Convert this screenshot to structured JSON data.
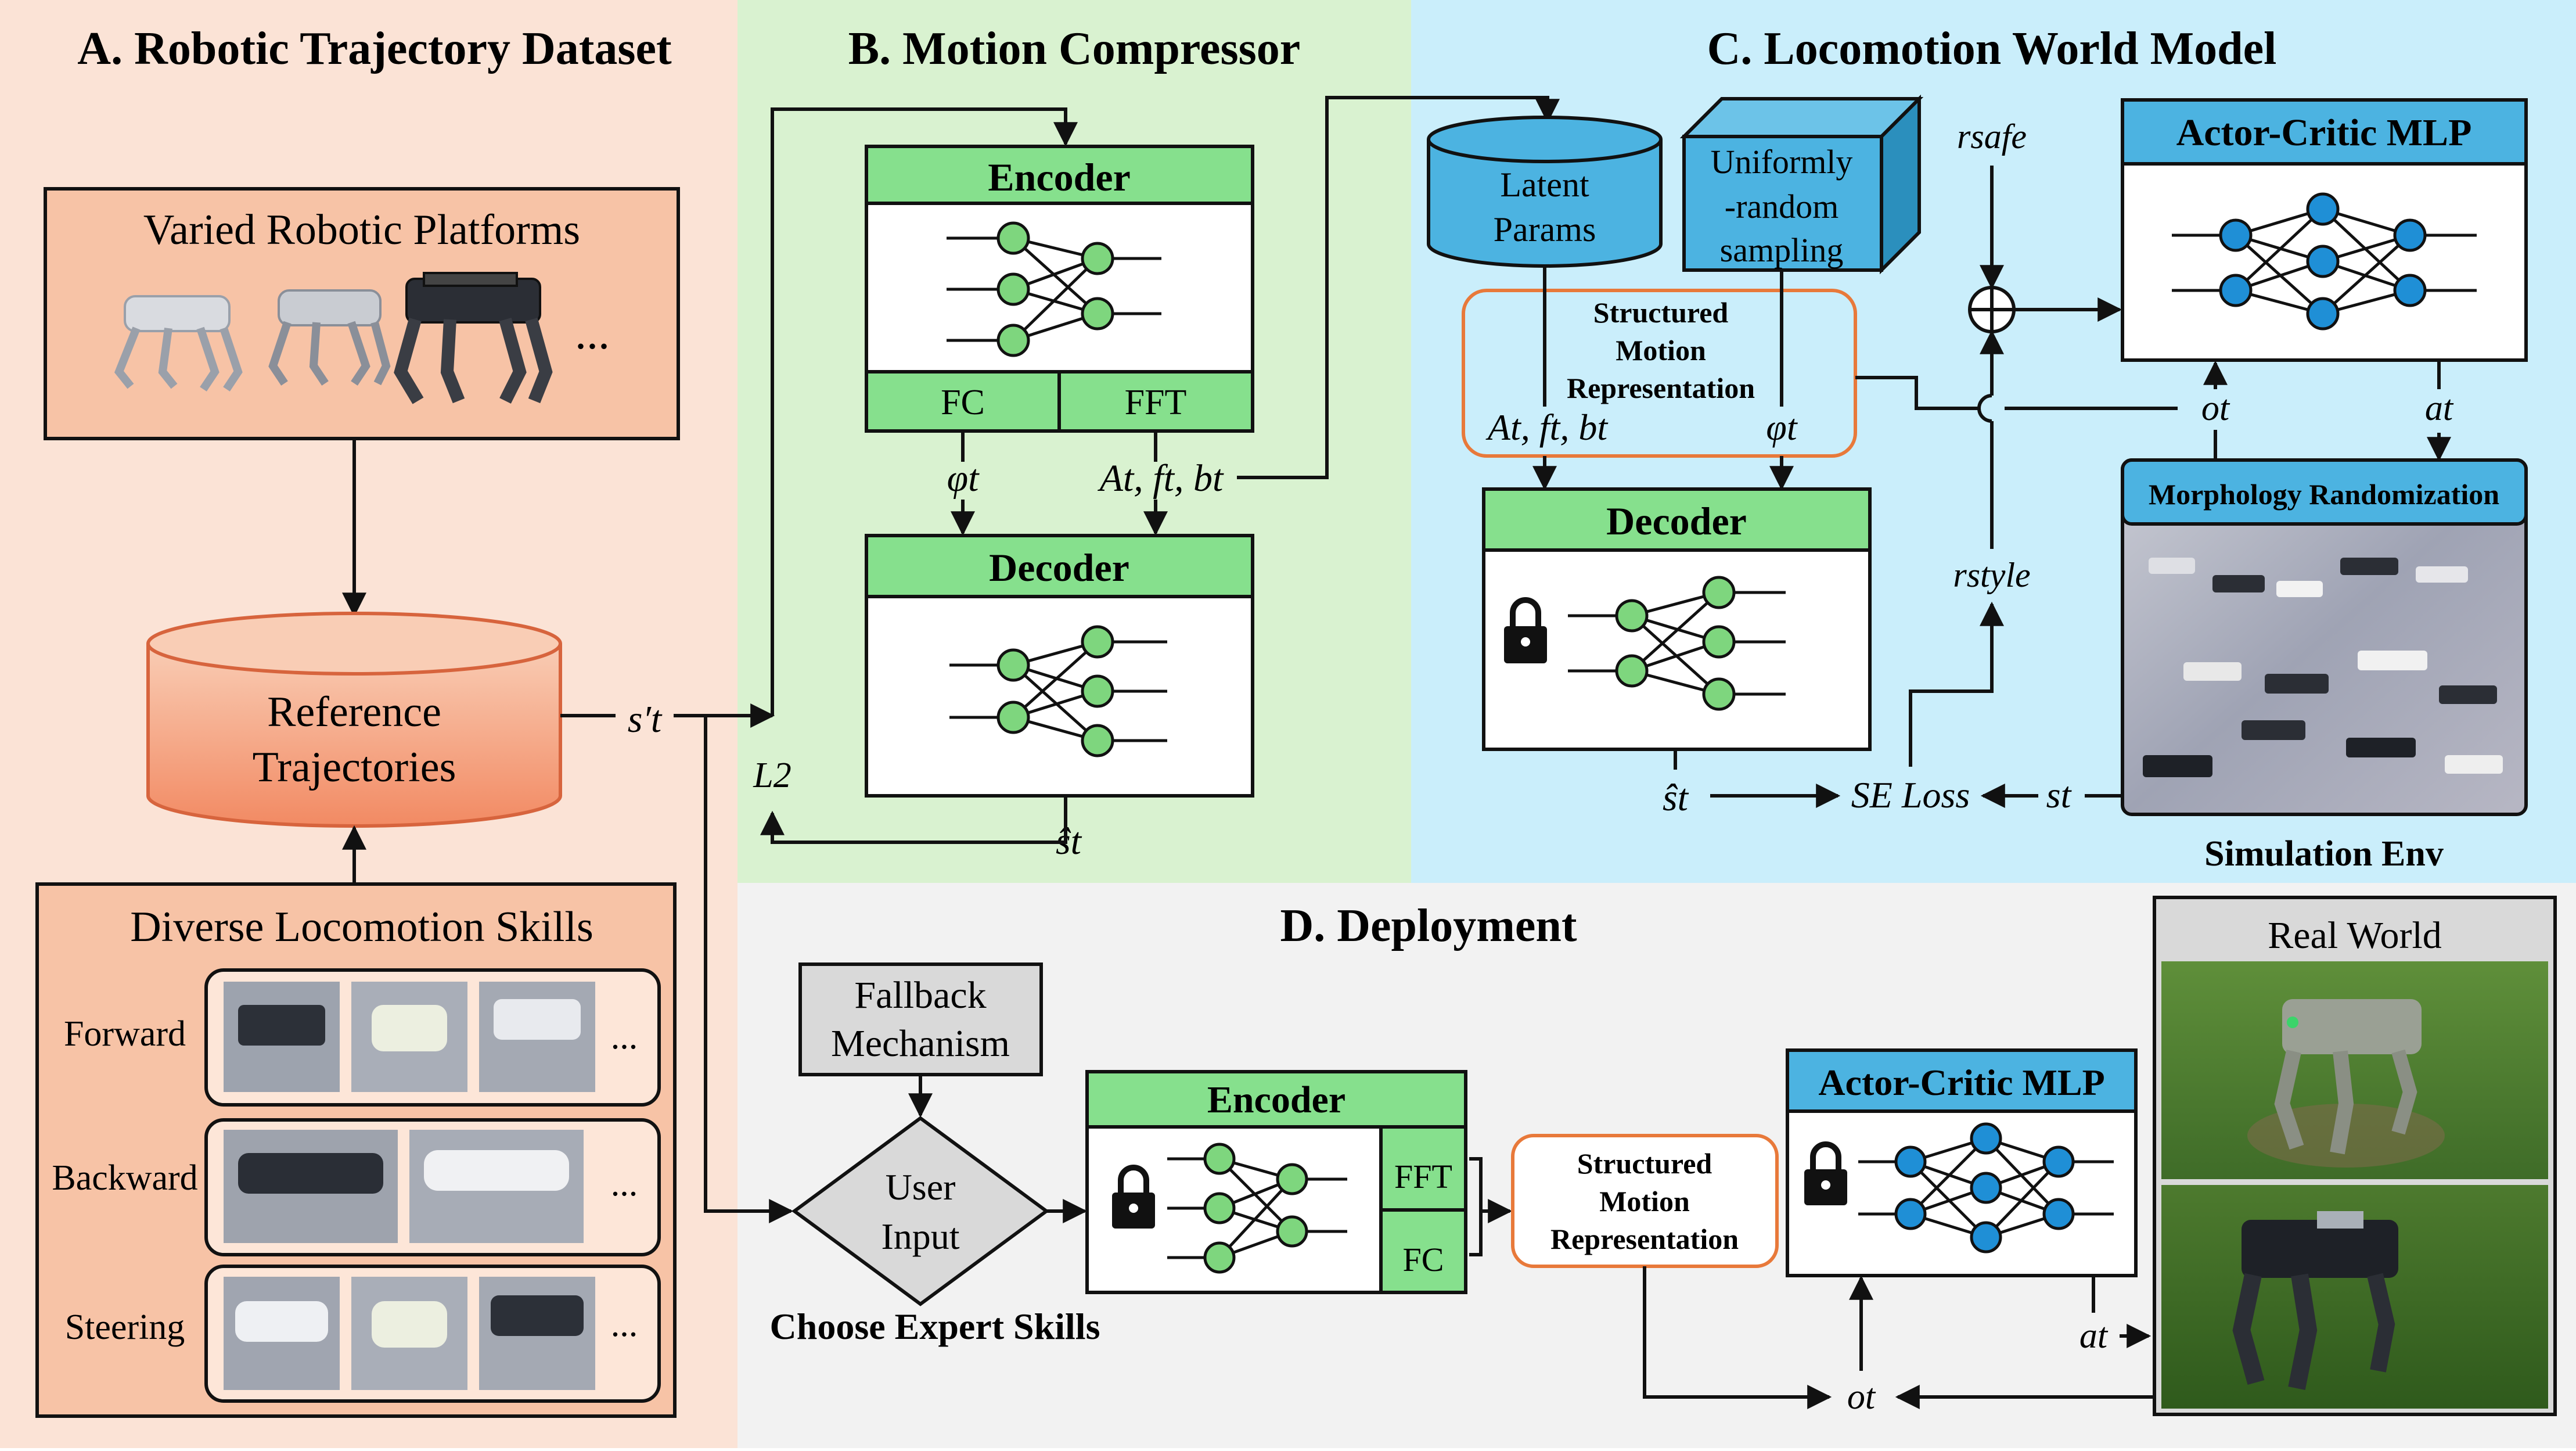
{
  "colors": {
    "panel_a": "#fbe3d6",
    "panel_b": "#d9f2d0",
    "panel_c": "#caeefb",
    "panel_d": "#f2f2f2",
    "box_a": "#f7c3a6",
    "green_header": "#86e08d",
    "blue_header": "#4cb3e1",
    "orange_outline": "#e8793a",
    "node": "#7ed67e",
    "node_blue": "#1f8fd6",
    "gray_box": "#d9d9d9"
  },
  "panel_a": {
    "title": "A. Robotic Trajectory Dataset",
    "platforms_title": "Varied Robotic Platforms",
    "ellipsis": "...",
    "cylinder_line1": "Reference",
    "cylinder_line2": "Trajectories",
    "skills_title": "Diverse Locomotion Skills",
    "skills": [
      {
        "label": "Forward",
        "more": "..."
      },
      {
        "label": "Backward",
        "more": "..."
      },
      {
        "label": "Steering",
        "more": "..."
      }
    ]
  },
  "panel_b": {
    "title": "B. Motion Compressor",
    "encoder_title": "Encoder",
    "fc_label": "FC",
    "fft_label": "FFT",
    "phi_label": "φt",
    "afb_label": "At, ft, bt",
    "decoder_title": "Decoder",
    "s_hat_label": "ŝt",
    "l2_label": "L2",
    "s_prime_label": "s′t"
  },
  "panel_c": {
    "title": "C. Locomotion World Model",
    "latent_line1": "Latent",
    "latent_line2": "Params",
    "uniform_line1": "Uniformly",
    "uniform_line2": "-random",
    "uniform_line3": "sampling",
    "smr_line1": "Structured",
    "smr_line2": "Motion",
    "smr_line3": "Representation",
    "afb_label": "At, ft, bt",
    "phi_label": "φt",
    "decoder_title": "Decoder",
    "r_safe": "rsafe",
    "r_style": "rstyle",
    "actor_critic_title": "Actor-Critic MLP",
    "o_label": "ot",
    "a_label": "at",
    "morph_title": "Morphology Randomization",
    "s_hat_label": "ŝt",
    "se_loss": "SE Loss",
    "s_label": "st",
    "sim_env": "Simulation Env"
  },
  "panel_d": {
    "title": "D. Deployment",
    "fallback_line1": "Fallback",
    "fallback_line2": "Mechanism",
    "user_line1": "User",
    "user_line2": "Input",
    "choose_label": "Choose Expert Skills",
    "encoder_title": "Encoder",
    "fft_label": "FFT",
    "fc_label": "FC",
    "smr_line1": "Structured",
    "smr_line2": "Motion",
    "smr_line3": "Representation",
    "actor_critic_title": "Actor-Critic MLP",
    "a_label": "at",
    "o_label": "ot",
    "real_world": "Real World"
  }
}
